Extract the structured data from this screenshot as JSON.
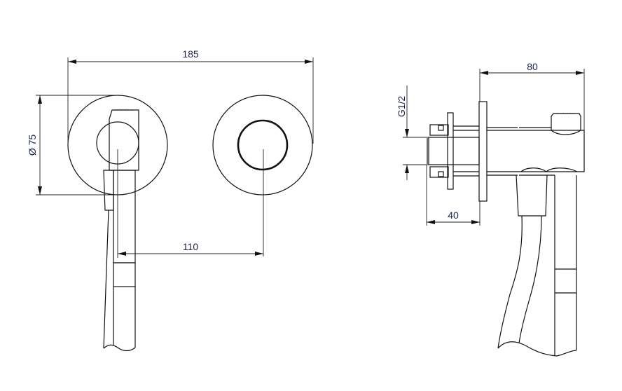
{
  "drawing": {
    "front_view": {
      "width_dim": "185",
      "diameter_dim": "Ø 75",
      "center_distance_dim": "110"
    },
    "side_view": {
      "depth_dim": "80",
      "thread_dim": "G1/2",
      "pipe_length_dim": "40"
    }
  }
}
